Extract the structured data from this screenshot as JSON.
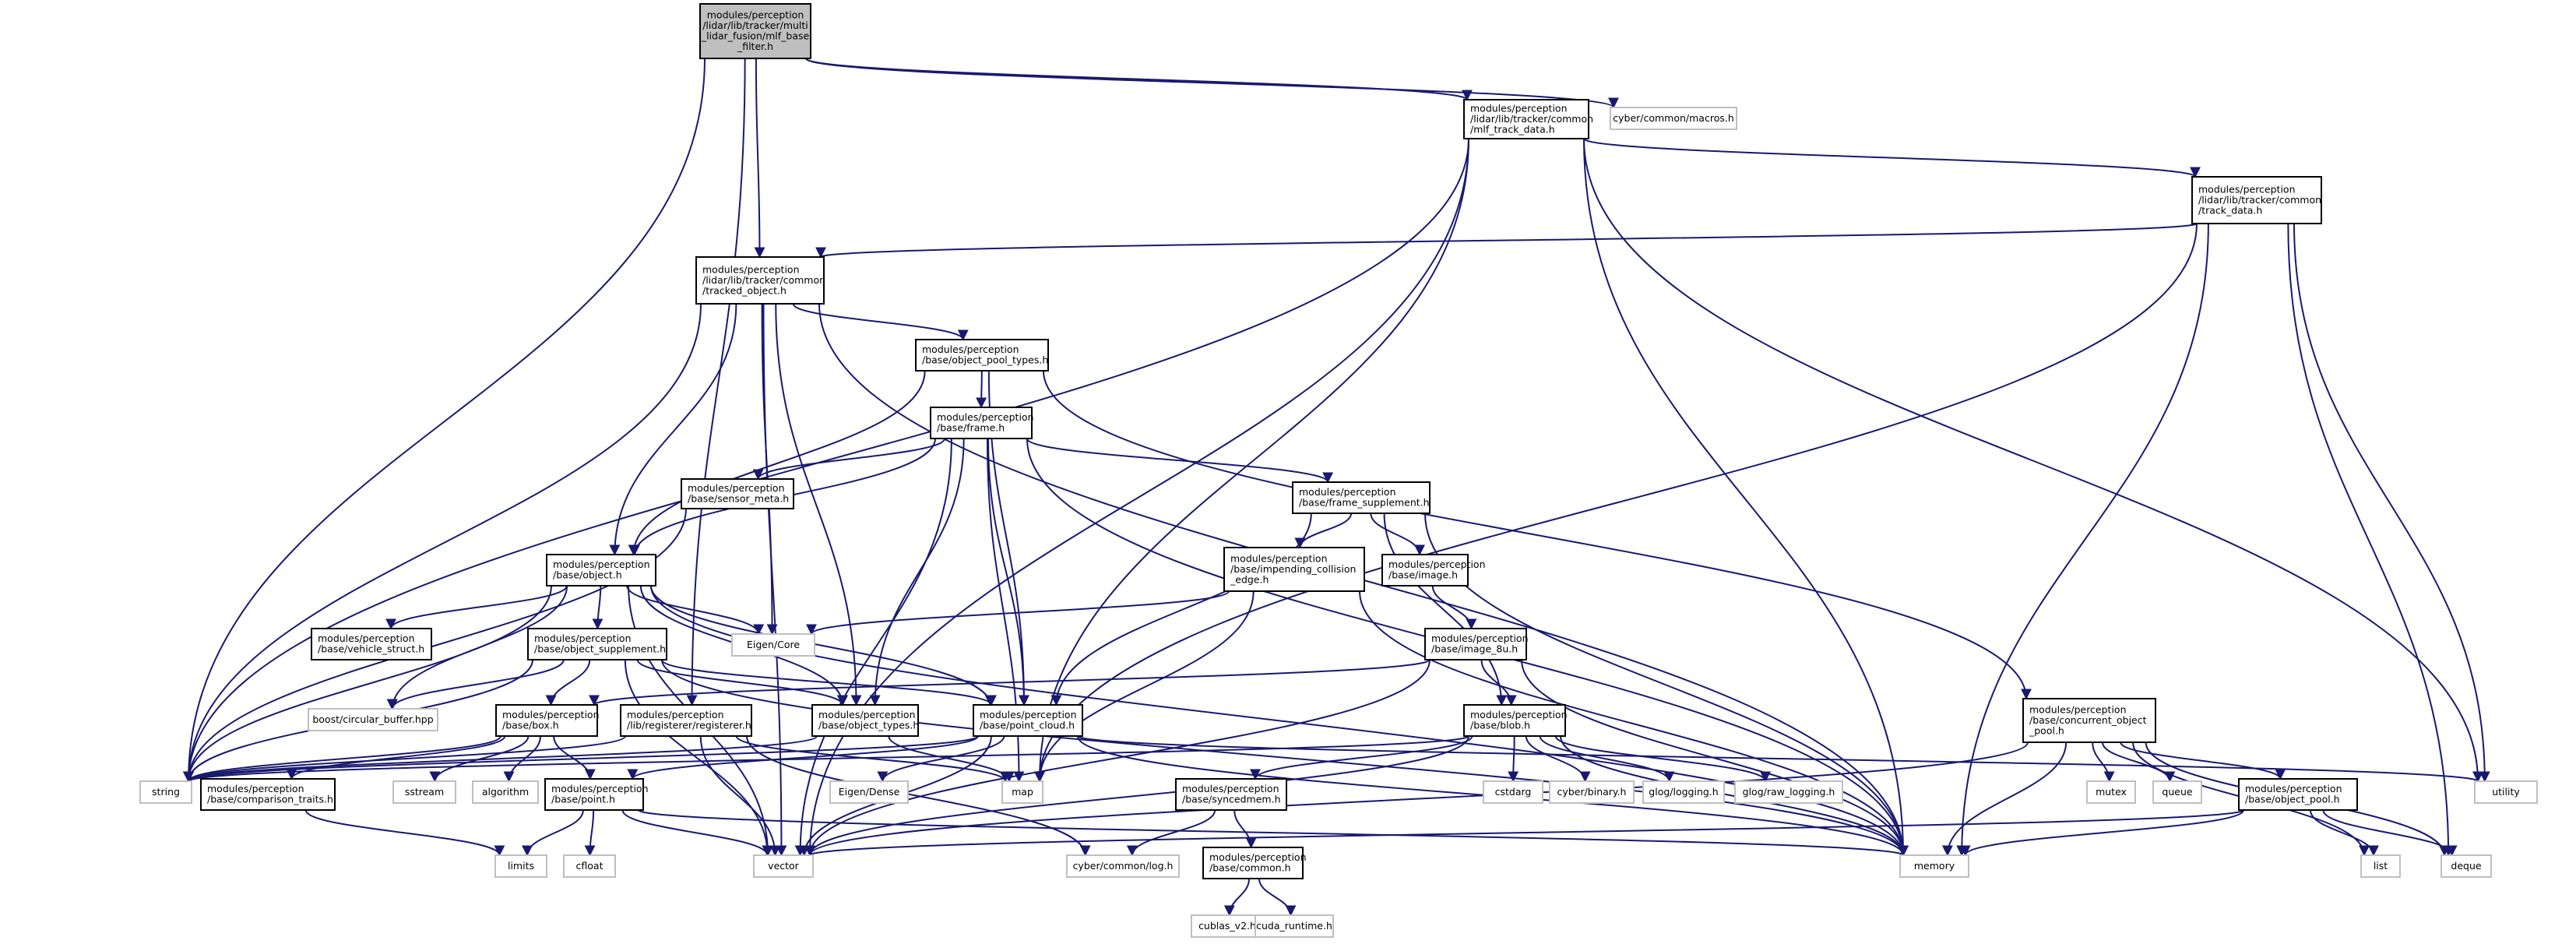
{
  "graph": {
    "root": "mlf_base_filter",
    "nodes": {
      "mlf_base_filter": {
        "lines": [
          "modules/perception",
          "/lidar/lib/tracker/multi",
          "_lidar_fusion/mlf_base",
          "_filter.h"
        ],
        "style": "root"
      },
      "mlf_track_data": {
        "lines": [
          "modules/perception",
          "/lidar/lib/tracker/common",
          "/mlf_track_data.h"
        ],
        "style": "solid"
      },
      "cyber_macros": {
        "lines": [
          "cyber/common/macros.h"
        ],
        "style": "faint"
      },
      "track_data": {
        "lines": [
          "modules/perception",
          "/lidar/lib/tracker/common",
          "/track_data.h"
        ],
        "style": "solid"
      },
      "tracked_object": {
        "lines": [
          "modules/perception",
          "/lidar/lib/tracker/common",
          "/tracked_object.h"
        ],
        "style": "solid"
      },
      "object_pool_types": {
        "lines": [
          "modules/perception",
          "/base/object_pool_types.h"
        ],
        "style": "solid"
      },
      "frame": {
        "lines": [
          "modules/perception",
          "/base/frame.h"
        ],
        "style": "solid"
      },
      "sensor_meta": {
        "lines": [
          "modules/perception",
          "/base/sensor_meta.h"
        ],
        "style": "solid"
      },
      "frame_supplement": {
        "lines": [
          "modules/perception",
          "/base/frame_supplement.h"
        ],
        "style": "solid"
      },
      "impending_collision_edge": {
        "lines": [
          "modules/perception",
          "/base/impending_collision",
          "_edge.h"
        ],
        "style": "solid"
      },
      "image": {
        "lines": [
          "modules/perception",
          "/base/image.h"
        ],
        "style": "solid"
      },
      "object": {
        "lines": [
          "modules/perception",
          "/base/object.h"
        ],
        "style": "solid"
      },
      "vehicle_struct": {
        "lines": [
          "modules/perception",
          "/base/vehicle_struct.h"
        ],
        "style": "solid"
      },
      "object_supplement": {
        "lines": [
          "modules/perception",
          "/base/object_supplement.h"
        ],
        "style": "solid"
      },
      "eigen_core": {
        "lines": [
          "Eigen/Core"
        ],
        "style": "faint"
      },
      "image_8u": {
        "lines": [
          "modules/perception",
          "/base/image_8u.h"
        ],
        "style": "solid"
      },
      "boost_circular_buffer": {
        "lines": [
          "boost/circular_buffer.hpp"
        ],
        "style": "faint"
      },
      "box": {
        "lines": [
          "modules/perception",
          "/base/box.h"
        ],
        "style": "solid"
      },
      "registerer": {
        "lines": [
          "modules/perception",
          "/lib/registerer/registerer.h"
        ],
        "style": "solid"
      },
      "object_types": {
        "lines": [
          "modules/perception",
          "/base/object_types.h"
        ],
        "style": "solid"
      },
      "point_cloud": {
        "lines": [
          "modules/perception",
          "/base/point_cloud.h"
        ],
        "style": "solid"
      },
      "blob": {
        "lines": [
          "modules/perception",
          "/base/blob.h"
        ],
        "style": "solid"
      },
      "concurrent_object_pool": {
        "lines": [
          "modules/perception",
          "/base/concurrent_object",
          "_pool.h"
        ],
        "style": "solid"
      },
      "string": {
        "lines": [
          "string"
        ],
        "style": "faint"
      },
      "comparison_traits": {
        "lines": [
          "modules/perception",
          "/base/comparison_traits.h"
        ],
        "style": "solid"
      },
      "sstream": {
        "lines": [
          "sstream"
        ],
        "style": "faint"
      },
      "algorithm": {
        "lines": [
          "algorithm"
        ],
        "style": "faint"
      },
      "point": {
        "lines": [
          "modules/perception",
          "/base/point.h"
        ],
        "style": "solid"
      },
      "eigen_dense": {
        "lines": [
          "Eigen/Dense"
        ],
        "style": "faint"
      },
      "map": {
        "lines": [
          "map"
        ],
        "style": "faint"
      },
      "syncedmem": {
        "lines": [
          "modules/perception",
          "/base/syncedmem.h"
        ],
        "style": "solid"
      },
      "cstdarg": {
        "lines": [
          "cstdarg"
        ],
        "style": "faint"
      },
      "cyber_binary": {
        "lines": [
          "cyber/binary.h"
        ],
        "style": "faint"
      },
      "glog_logging": {
        "lines": [
          "glog/logging.h"
        ],
        "style": "faint"
      },
      "glog_raw_logging": {
        "lines": [
          "glog/raw_logging.h"
        ],
        "style": "faint"
      },
      "mutex": {
        "lines": [
          "mutex"
        ],
        "style": "faint"
      },
      "queue": {
        "lines": [
          "queue"
        ],
        "style": "faint"
      },
      "object_pool": {
        "lines": [
          "modules/perception",
          "/base/object_pool.h"
        ],
        "style": "solid"
      },
      "utility": {
        "lines": [
          "utility"
        ],
        "style": "faint"
      },
      "limits": {
        "lines": [
          "limits"
        ],
        "style": "faint"
      },
      "cfloat": {
        "lines": [
          "cfloat"
        ],
        "style": "faint"
      },
      "vector": {
        "lines": [
          "vector"
        ],
        "style": "faint"
      },
      "cyber_log": {
        "lines": [
          "cyber/common/log.h"
        ],
        "style": "faint"
      },
      "common": {
        "lines": [
          "modules/perception",
          "/base/common.h"
        ],
        "style": "solid"
      },
      "memory": {
        "lines": [
          "memory"
        ],
        "style": "faint"
      },
      "list": {
        "lines": [
          "list"
        ],
        "style": "faint"
      },
      "deque": {
        "lines": [
          "deque"
        ],
        "style": "faint"
      },
      "cublas_v2": {
        "lines": [
          "cublas_v2.h"
        ],
        "style": "faint"
      },
      "cuda_runtime": {
        "lines": [
          "cuda_runtime.h"
        ],
        "style": "faint"
      }
    },
    "edges": [
      [
        "mlf_base_filter",
        "mlf_track_data"
      ],
      [
        "mlf_base_filter",
        "cyber_macros"
      ],
      [
        "mlf_base_filter",
        "tracked_object"
      ],
      [
        "mlf_base_filter",
        "string"
      ],
      [
        "mlf_base_filter",
        "registerer"
      ],
      [
        "mlf_track_data",
        "track_data"
      ],
      [
        "mlf_track_data",
        "string"
      ],
      [
        "mlf_track_data",
        "vector"
      ],
      [
        "mlf_track_data",
        "memory"
      ],
      [
        "mlf_track_data",
        "utility"
      ],
      [
        "mlf_track_data",
        "map"
      ],
      [
        "track_data",
        "tracked_object"
      ],
      [
        "track_data",
        "map"
      ],
      [
        "track_data",
        "memory"
      ],
      [
        "track_data",
        "utility"
      ],
      [
        "track_data",
        "deque"
      ],
      [
        "tracked_object",
        "object_pool_types"
      ],
      [
        "tracked_object",
        "object"
      ],
      [
        "tracked_object",
        "object_types"
      ],
      [
        "tracked_object",
        "eigen_core"
      ],
      [
        "tracked_object",
        "string"
      ],
      [
        "tracked_object",
        "vector"
      ],
      [
        "tracked_object",
        "memory"
      ],
      [
        "object_pool_types",
        "frame"
      ],
      [
        "object_pool_types",
        "object"
      ],
      [
        "object_pool_types",
        "point_cloud"
      ],
      [
        "object_pool_types",
        "concurrent_object_pool"
      ],
      [
        "frame",
        "sensor_meta"
      ],
      [
        "frame",
        "frame_supplement"
      ],
      [
        "frame",
        "object"
      ],
      [
        "frame",
        "object_types"
      ],
      [
        "frame",
        "point_cloud"
      ],
      [
        "frame",
        "memory"
      ],
      [
        "frame",
        "vector"
      ],
      [
        "frame",
        "map"
      ],
      [
        "sensor_meta",
        "string"
      ],
      [
        "frame_supplement",
        "impending_collision_edge"
      ],
      [
        "frame_supplement",
        "image"
      ],
      [
        "frame_supplement",
        "blob"
      ],
      [
        "frame_supplement",
        "point_cloud"
      ],
      [
        "frame_supplement",
        "memory"
      ],
      [
        "impending_collision_edge",
        "eigen_core"
      ],
      [
        "impending_collision_edge",
        "map"
      ],
      [
        "impending_collision_edge",
        "memory"
      ],
      [
        "image",
        "image_8u"
      ],
      [
        "image_8u",
        "blob"
      ],
      [
        "image_8u",
        "box"
      ],
      [
        "image_8u",
        "memory"
      ],
      [
        "image_8u",
        "vector"
      ],
      [
        "object",
        "vehicle_struct"
      ],
      [
        "object",
        "object_supplement"
      ],
      [
        "object",
        "eigen_core"
      ],
      [
        "object",
        "boost_circular_buffer"
      ],
      [
        "object",
        "object_types"
      ],
      [
        "object",
        "point_cloud"
      ],
      [
        "object",
        "string"
      ],
      [
        "object",
        "vector"
      ],
      [
        "object",
        "memory"
      ],
      [
        "object_supplement",
        "box"
      ],
      [
        "object_supplement",
        "boost_circular_buffer"
      ],
      [
        "object_supplement",
        "object_types"
      ],
      [
        "object_supplement",
        "point_cloud"
      ],
      [
        "object_supplement",
        "string"
      ],
      [
        "object_supplement",
        "vector"
      ],
      [
        "object_supplement",
        "memory"
      ],
      [
        "box",
        "comparison_traits"
      ],
      [
        "box",
        "point"
      ],
      [
        "box",
        "string"
      ],
      [
        "box",
        "sstream"
      ],
      [
        "box",
        "algorithm"
      ],
      [
        "registerer",
        "string"
      ],
      [
        "registerer",
        "map"
      ],
      [
        "registerer",
        "vector"
      ],
      [
        "registerer",
        "cyber_log"
      ],
      [
        "object_types",
        "map"
      ],
      [
        "object_types",
        "string"
      ],
      [
        "point_cloud",
        "point"
      ],
      [
        "point_cloud",
        "eigen_dense"
      ],
      [
        "point_cloud",
        "string"
      ],
      [
        "point_cloud",
        "vector"
      ],
      [
        "point_cloud",
        "memory"
      ],
      [
        "point_cloud",
        "utility"
      ],
      [
        "blob",
        "syncedmem"
      ],
      [
        "blob",
        "cstdarg"
      ],
      [
        "blob",
        "cyber_binary"
      ],
      [
        "blob",
        "glog_logging"
      ],
      [
        "blob",
        "glog_raw_logging"
      ],
      [
        "blob",
        "memory"
      ],
      [
        "blob",
        "string"
      ],
      [
        "blob",
        "vector"
      ],
      [
        "concurrent_object_pool",
        "object_pool"
      ],
      [
        "concurrent_object_pool",
        "mutex"
      ],
      [
        "concurrent_object_pool",
        "queue"
      ],
      [
        "concurrent_object_pool",
        "memory"
      ],
      [
        "concurrent_object_pool",
        "vector"
      ],
      [
        "concurrent_object_pool",
        "list"
      ],
      [
        "concurrent_object_pool",
        "deque"
      ],
      [
        "comparison_traits",
        "limits"
      ],
      [
        "point",
        "limits"
      ],
      [
        "point",
        "cfloat"
      ],
      [
        "point",
        "vector"
      ],
      [
        "point",
        "memory"
      ],
      [
        "syncedmem",
        "common"
      ],
      [
        "syncedmem",
        "cyber_log"
      ],
      [
        "common",
        "cublas_v2"
      ],
      [
        "common",
        "cuda_runtime"
      ],
      [
        "object_pool",
        "list"
      ],
      [
        "object_pool",
        "deque"
      ],
      [
        "object_pool",
        "memory"
      ],
      [
        "object_pool",
        "vector"
      ]
    ]
  }
}
